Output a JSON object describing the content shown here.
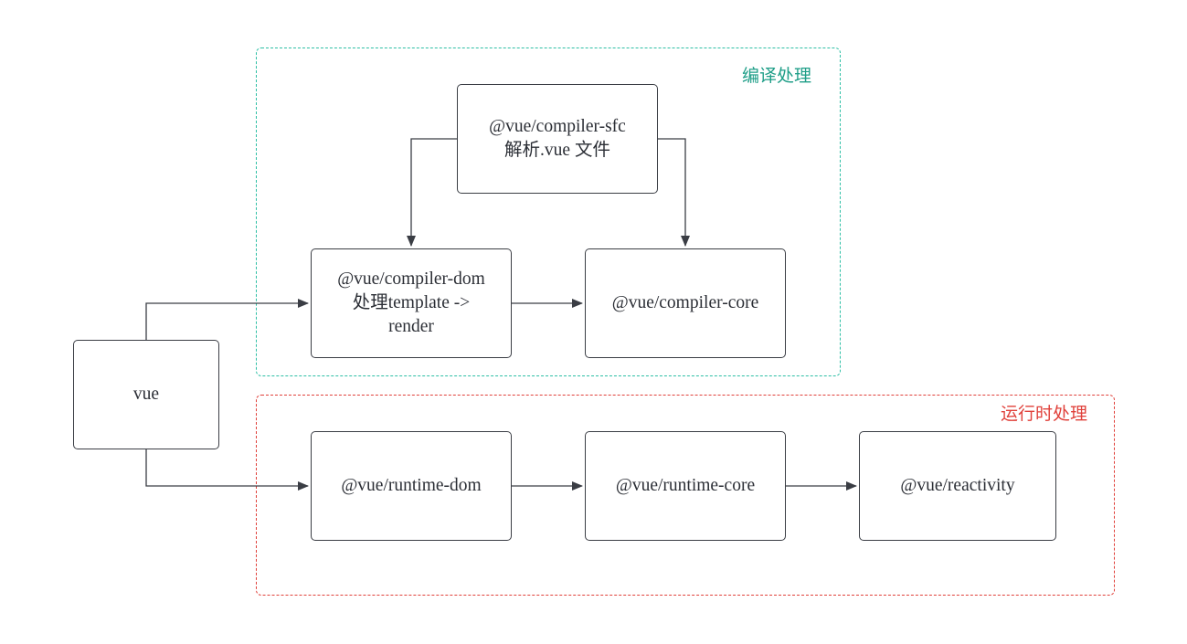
{
  "groups": {
    "compile": {
      "label": "编译处理",
      "color": "#2ebfa5"
    },
    "runtime": {
      "label": "运行时处理",
      "color": "#e0403a"
    }
  },
  "nodes": {
    "vue": {
      "lines": [
        "vue"
      ]
    },
    "compiler_sfc": {
      "lines": [
        "@vue/compiler-sfc",
        "解析.vue 文件"
      ]
    },
    "compiler_dom": {
      "lines": [
        "@vue/compiler-dom",
        "处理template ->",
        "render"
      ]
    },
    "compiler_core": {
      "lines": [
        "@vue/compiler-core"
      ]
    },
    "runtime_dom": {
      "lines": [
        "@vue/runtime-dom"
      ]
    },
    "runtime_core": {
      "lines": [
        "@vue/runtime-core"
      ]
    },
    "reactivity": {
      "lines": [
        "@vue/reactivity"
      ]
    }
  },
  "edges": [
    {
      "from": "vue",
      "to": "compiler_dom"
    },
    {
      "from": "vue",
      "to": "runtime_dom"
    },
    {
      "from": "compiler_sfc",
      "to": "compiler_dom"
    },
    {
      "from": "compiler_sfc",
      "to": "compiler_core"
    },
    {
      "from": "compiler_dom",
      "to": "compiler_core"
    },
    {
      "from": "runtime_dom",
      "to": "runtime_core"
    },
    {
      "from": "runtime_core",
      "to": "reactivity"
    }
  ],
  "colors": {
    "stroke": "#3a3d44",
    "text": "#2b2e35"
  }
}
